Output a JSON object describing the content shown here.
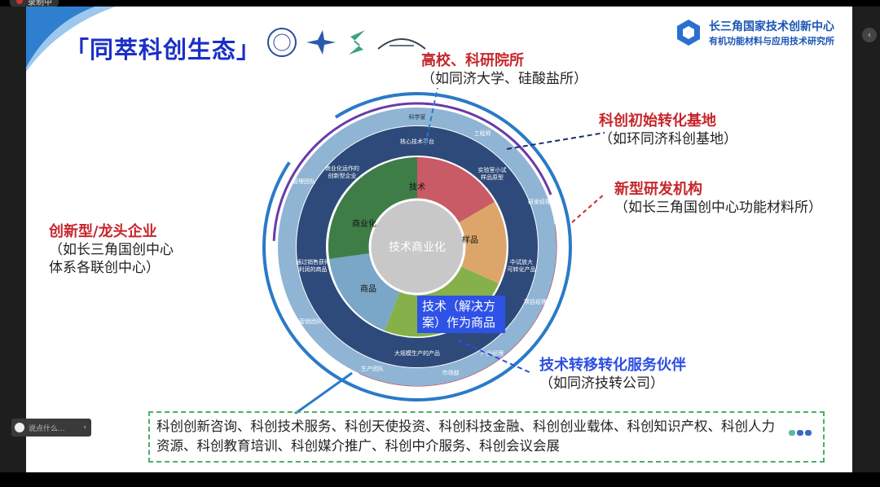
{
  "recording": {
    "label": "录制中"
  },
  "slide": {
    "title": "「同萃科创生态」",
    "brand": {
      "line1": "长三角国家技术创新中心",
      "line2": "有机功能材料与应用技术研究所"
    },
    "labels": [
      {
        "head": "高校、科研院所",
        "sub": "（如同济大学、硅酸盐所）"
      },
      {
        "head": "科创初始转化基地",
        "sub": "（如环同济科创基地）"
      },
      {
        "head": "新型研发机构",
        "sub": "（如长三角国创中心功能材料所）"
      },
      {
        "head": "创新型/龙头企业",
        "sub": "（如长三角国创中心",
        "sub2": "体系各联创中心）"
      },
      {
        "head": "技术转移转化服务伙伴",
        "sub": "（如同济技转公司）"
      }
    ],
    "diagram": {
      "center": "技术商业化",
      "segments": [
        "技术",
        "样品",
        "商业化",
        "商品"
      ],
      "rings": [
        "核心技术平台",
        "实验室小试样品原型",
        "中试放大可转化产品",
        "大规模生产的产品",
        "通过销售获得利润的商品",
        "商业化运作的创新型企业"
      ],
      "roles": [
        "科学家",
        "工程师",
        "研发经理",
        "项目经理",
        "产品经理",
        "市场部",
        "生产团队",
        "营销团队",
        "管理团队"
      ],
      "colors": {
        "tech": "#c95b66",
        "sample": "#dca66a",
        "commerce": "#3f7d47",
        "goods": "#7aa6c8",
        "product": "#86b04a",
        "ring": "#2e4a7a",
        "outer": "#8fb4d4"
      }
    },
    "callout": "技术（解决方案）作为商品",
    "services": "科创创新咨询、科创技术服务、科创天使投资、科创科技金融、科创创业载体、科创知识产权、科创人力资源、科创教育培训、科创媒介推广、科创中介服务、科创会议会展"
  },
  "chat": {
    "placeholder": "说点什么..."
  }
}
